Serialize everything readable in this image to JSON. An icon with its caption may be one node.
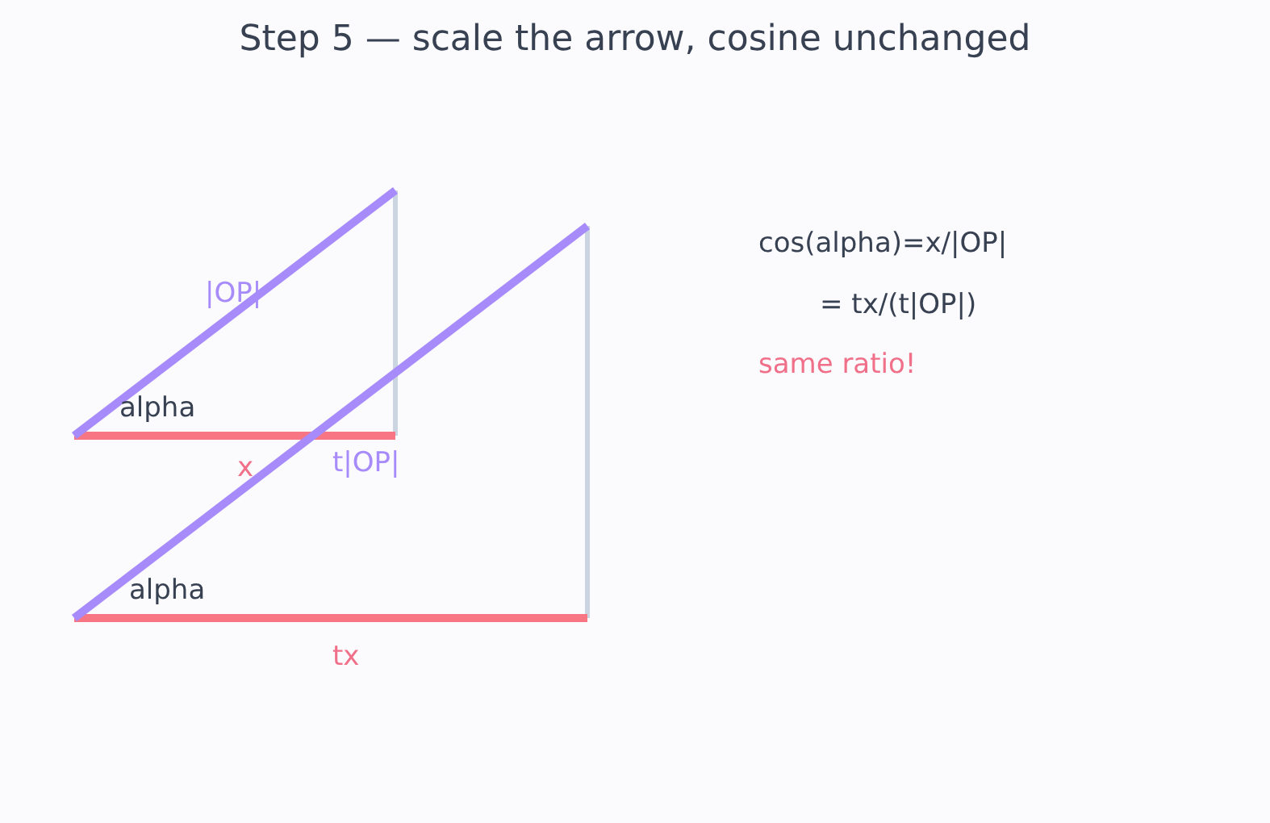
{
  "diagram": {
    "title": "Step 5 — scale the arrow, cosine unchanged",
    "labels": [
      "|OP|",
      "alpha",
      "x",
      "t|OP|",
      "alpha",
      "tx",
      "cos(alpha)=x/|OP|",
      "= tx/(t|OP|)",
      "same ratio!"
    ]
  }
}
